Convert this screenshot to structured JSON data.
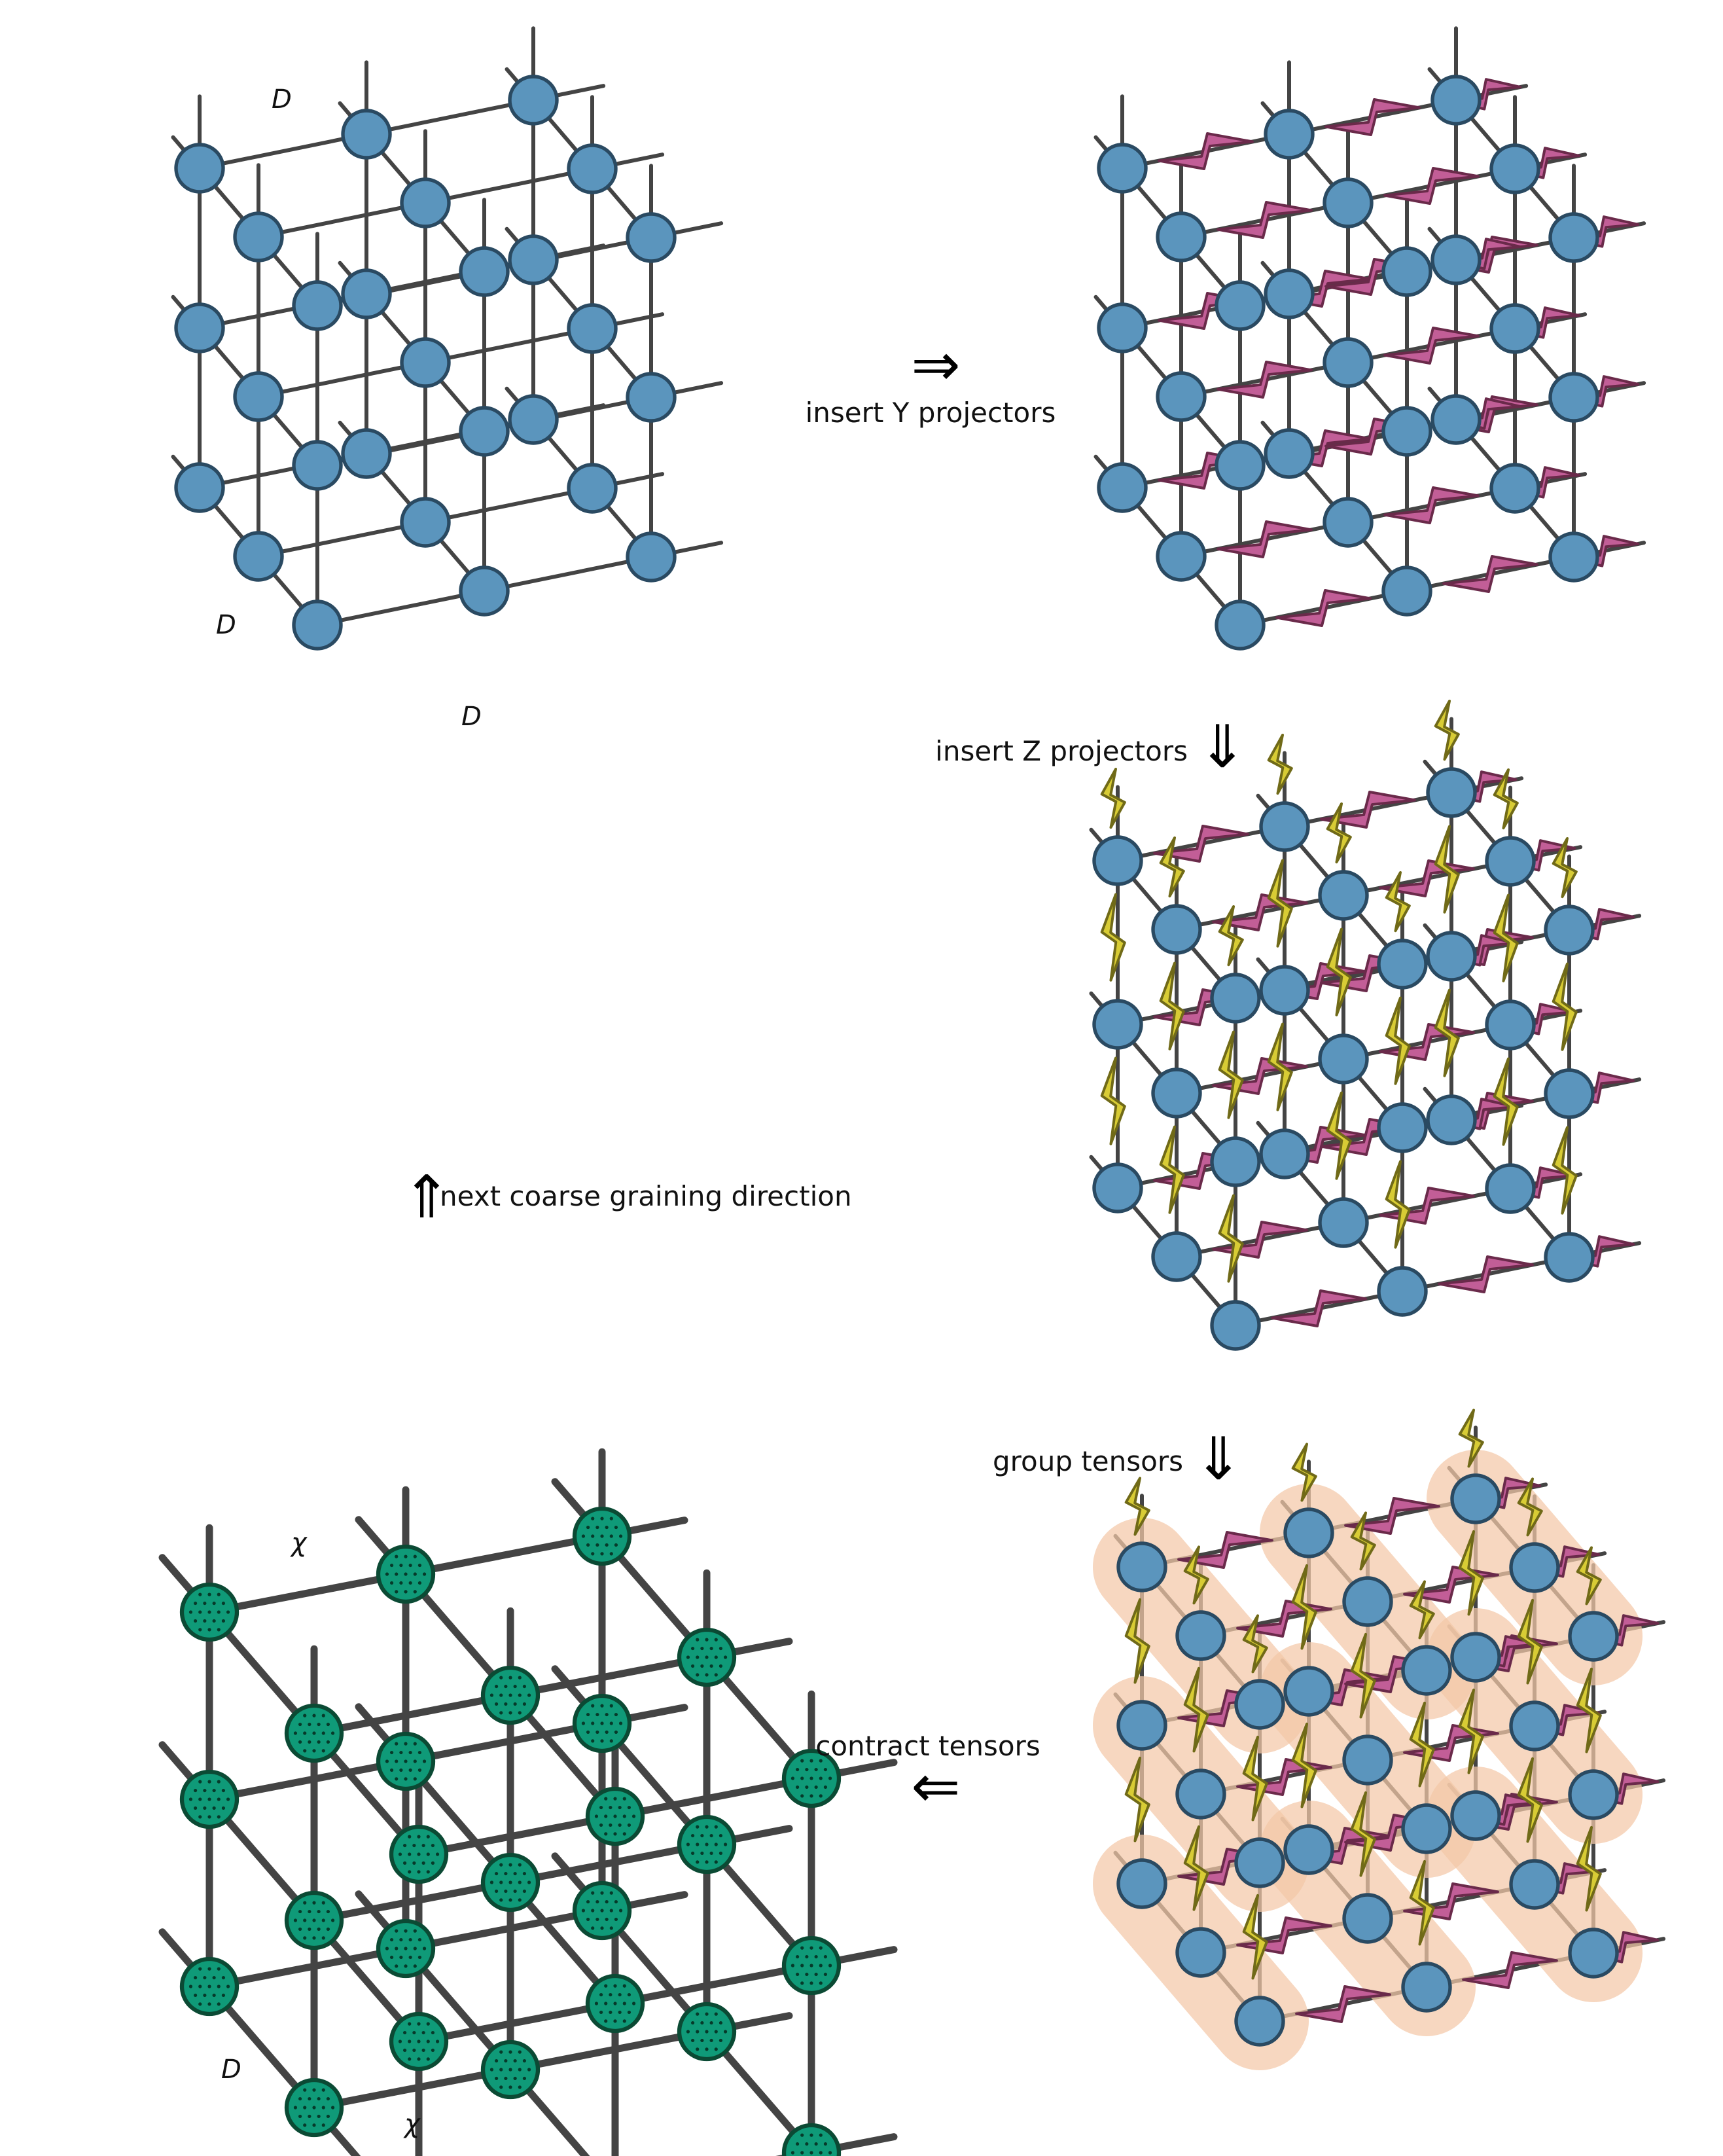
{
  "labels": {
    "step_y": "insert Y projectors",
    "step_z": "insert Z projectors",
    "step_group": "group tensors",
    "step_contract": "contract tensors",
    "next_direction": "next coarse graining direction",
    "bond_D": "D",
    "bond_chi": "χ"
  },
  "arrows": {
    "right": "⇒",
    "down": "⇓",
    "left": "⇐",
    "up": "⇑"
  },
  "colors": {
    "tensor_blue": "#5b95bd",
    "tensor_blue_edge": "#2a4a62",
    "tensor_green": "#0f9a78",
    "tensor_green_edge": "#0b4a34",
    "projector_y": "#c25e97",
    "projector_y_edge": "#6a2a4a",
    "projector_z": "#d8cc35",
    "projector_z_edge": "#706a18",
    "group_fill": "#f4c9a8",
    "group_edge": "#e0905a",
    "bond": "#444444"
  },
  "lattice": {
    "nx": 3,
    "ny": 3,
    "nz": 3
  }
}
